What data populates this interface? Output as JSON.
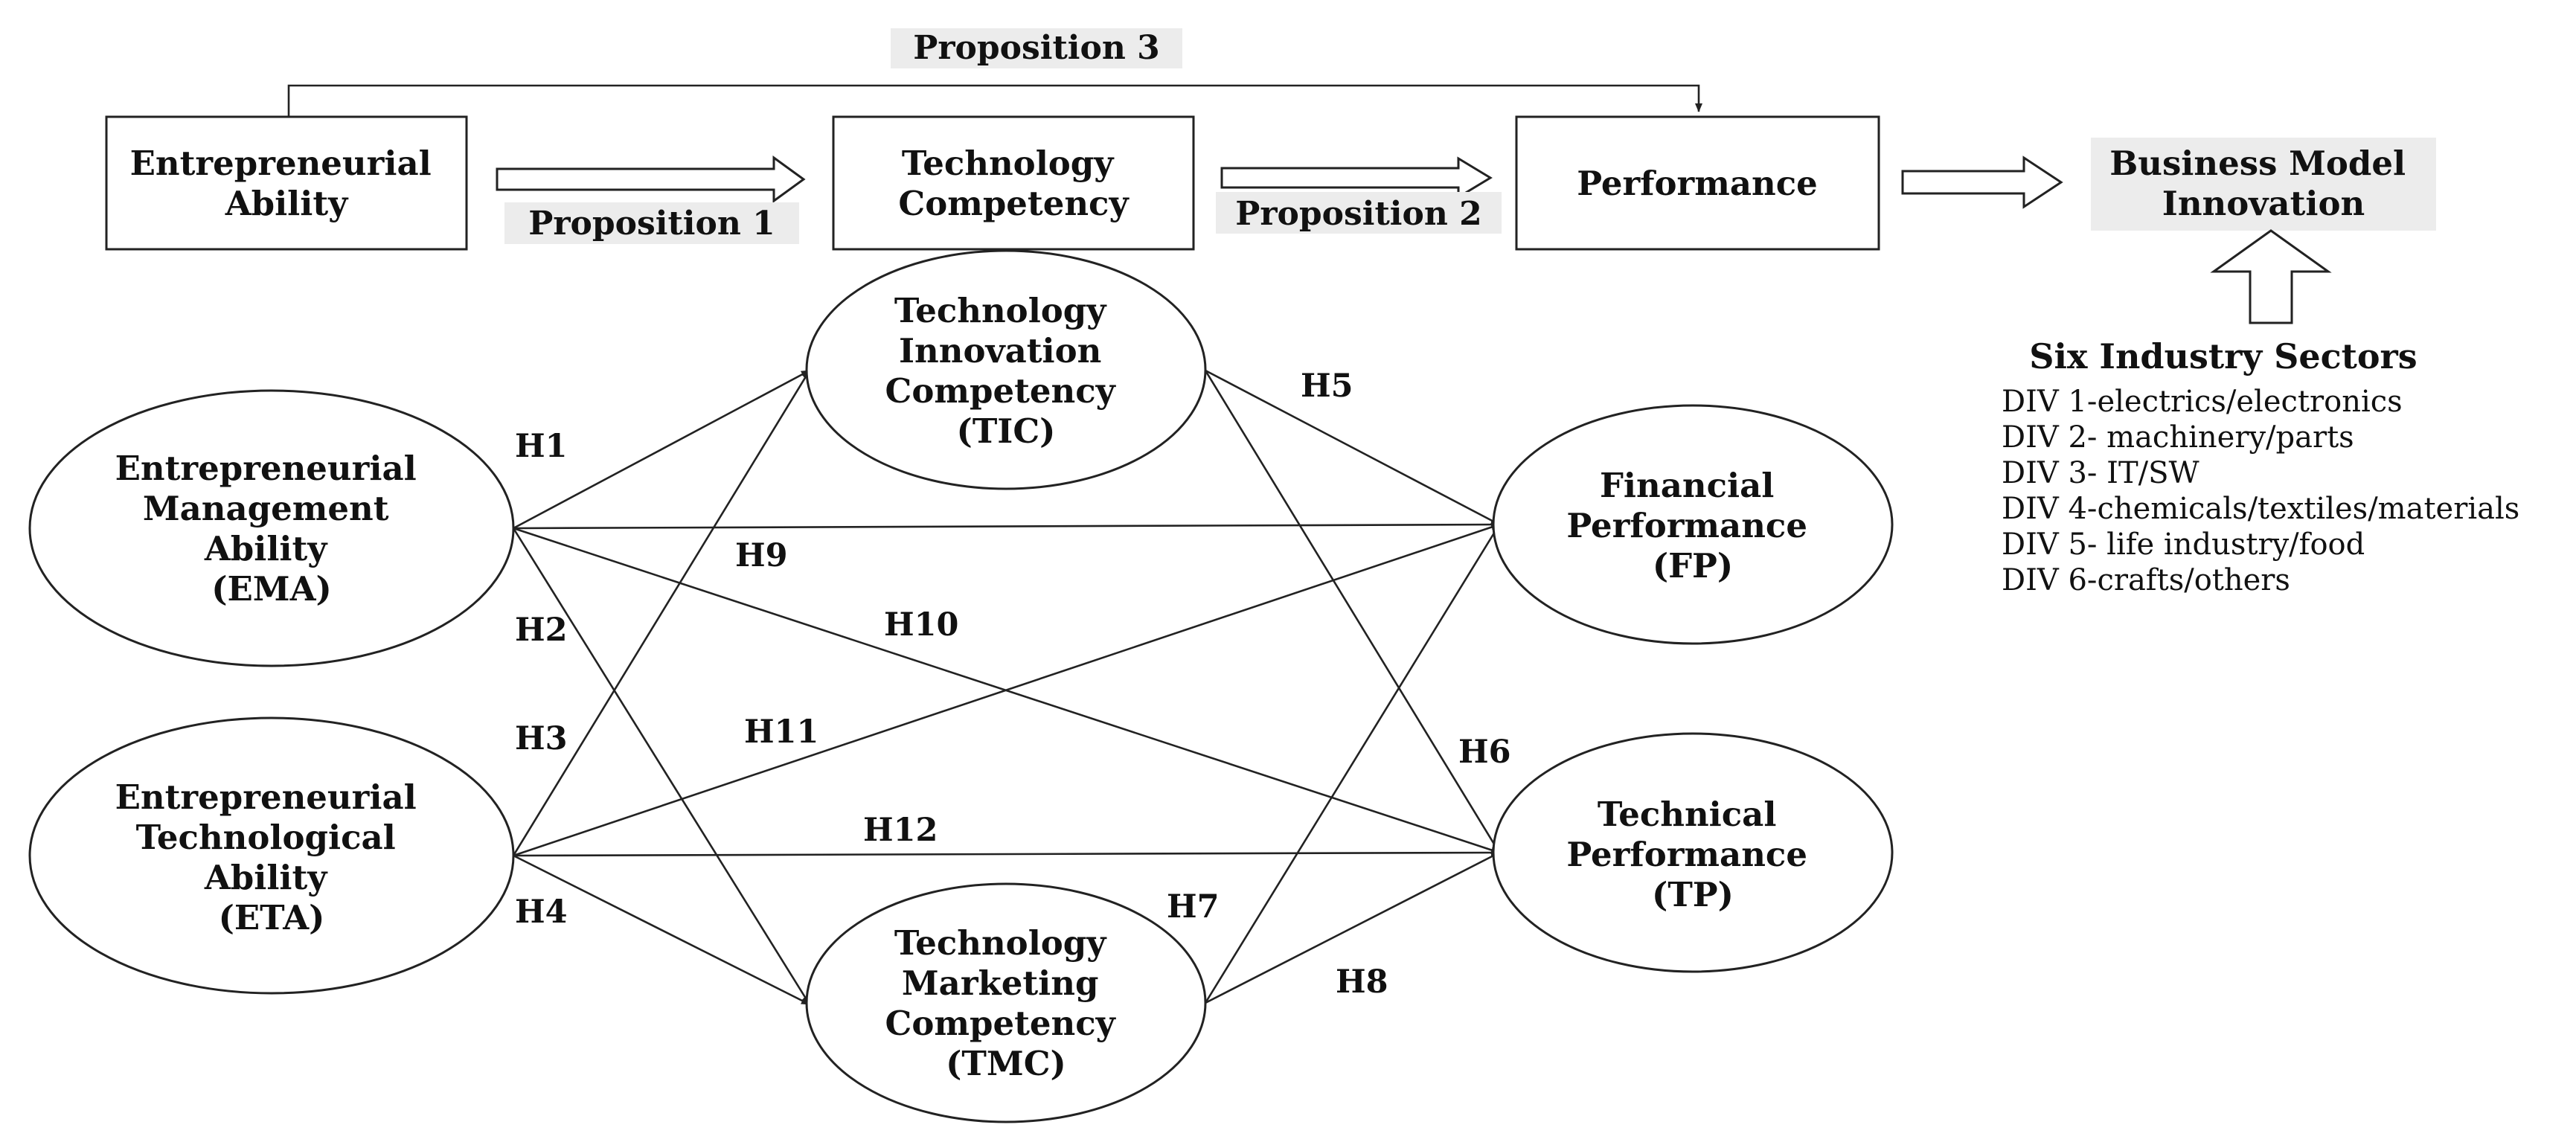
{
  "propositions": {
    "p1": "Proposition 1",
    "p2": "Proposition 2",
    "p3": "Proposition 3"
  },
  "top_boxes": {
    "entrepreneurial_ability": [
      "Entrepreneurial",
      "Ability"
    ],
    "technology_competency": [
      "Technology",
      "Competency"
    ],
    "performance": [
      "Performance"
    ],
    "business_model_innovation": [
      "Business Model",
      "Innovation"
    ]
  },
  "nodes": {
    "ema": [
      "Entrepreneurial",
      "Management",
      "Ability",
      "(EMA)"
    ],
    "eta": [
      "Entrepreneurial",
      "Technological",
      "Ability",
      "(ETA)"
    ],
    "tic": [
      "Technology",
      "Innovation",
      "Competency",
      "(TIC)"
    ],
    "tmc": [
      "Technology",
      "Marketing",
      "Competency",
      "(TMC)"
    ],
    "fp": [
      "Financial",
      "Performance",
      "(FP)"
    ],
    "tp": [
      "Technical",
      "Performance",
      "(TP)"
    ]
  },
  "hypotheses": {
    "h1": "H1",
    "h2": "H2",
    "h3": "H3",
    "h4": "H4",
    "h5": "H5",
    "h6": "H6",
    "h7": "H7",
    "h8": "H8",
    "h9": "H9",
    "h10": "H10",
    "h11": "H11",
    "h12": "H12"
  },
  "sectors": {
    "title": "Six Industry Sectors",
    "items": [
      "DIV 1-electrics/electronics",
      "DIV 2- machinery/parts",
      "DIV 3- IT/SW",
      "DIV 4-chemicals/textiles/materials",
      "DIV 5- life industry/food",
      "DIV 6-crafts/others"
    ]
  },
  "colors": {
    "line": "#222222",
    "shade": "#ececec",
    "text": "#111111"
  }
}
